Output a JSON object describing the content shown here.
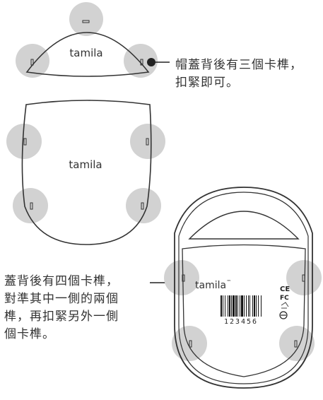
{
  "callouts": {
    "top_cover": {
      "lines": [
        "帽蓋背後有三個卡榫，",
        "扣緊即可。"
      ]
    },
    "bottom_cover": {
      "lines": [
        "蓋背後有四個卡榫，",
        "對準其中一側的兩個",
        "榫，再扣緊另外一側",
        "個卡榫。"
      ]
    }
  },
  "device": {
    "brand": "tamila",
    "trademark": "™",
    "barcode_number": "123456",
    "marks": {
      "ce": "CE",
      "fc": "FC"
    }
  },
  "colors": {
    "outline": "#333333",
    "snap_highlight": "#d2d2d2"
  },
  "icons": [
    "ce-mark-icon",
    "fcc-mark-icon",
    "recycle-icon",
    "disposal-icon"
  ]
}
